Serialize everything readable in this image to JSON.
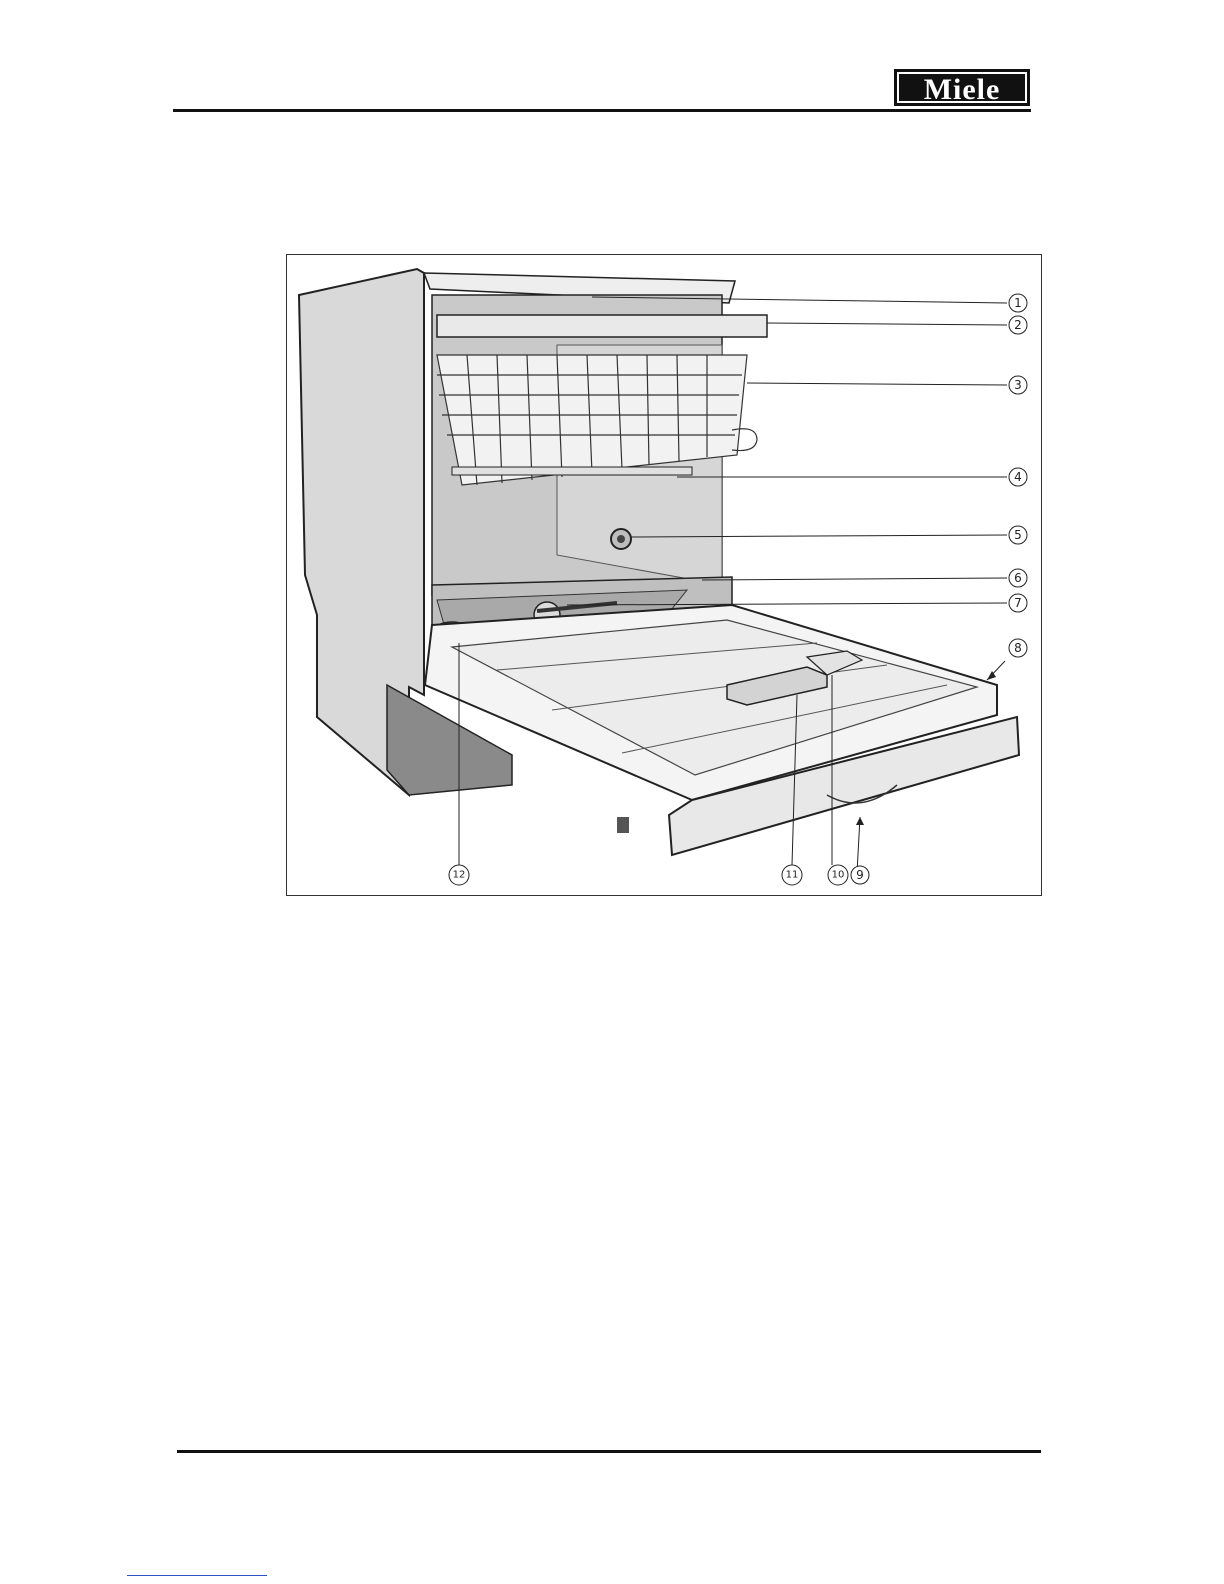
{
  "header": {
    "logo_text": "Miele",
    "logo_color": "#111111"
  },
  "figure": {
    "subject": "dishwasher-with-open-door",
    "callouts": [
      {
        "id": "1",
        "label": "1"
      },
      {
        "id": "2",
        "label": "2"
      },
      {
        "id": "3",
        "label": "3"
      },
      {
        "id": "4",
        "label": "4"
      },
      {
        "id": "5",
        "label": "5"
      },
      {
        "id": "6",
        "label": "6"
      },
      {
        "id": "7",
        "label": "7"
      },
      {
        "id": "8",
        "label": "8"
      },
      {
        "id": "9",
        "label": "9"
      },
      {
        "id": "10",
        "label": "10"
      },
      {
        "id": "11",
        "label": "11"
      },
      {
        "id": "12",
        "label": "12"
      }
    ]
  },
  "footer": {
    "link_color": "#3050c8"
  }
}
